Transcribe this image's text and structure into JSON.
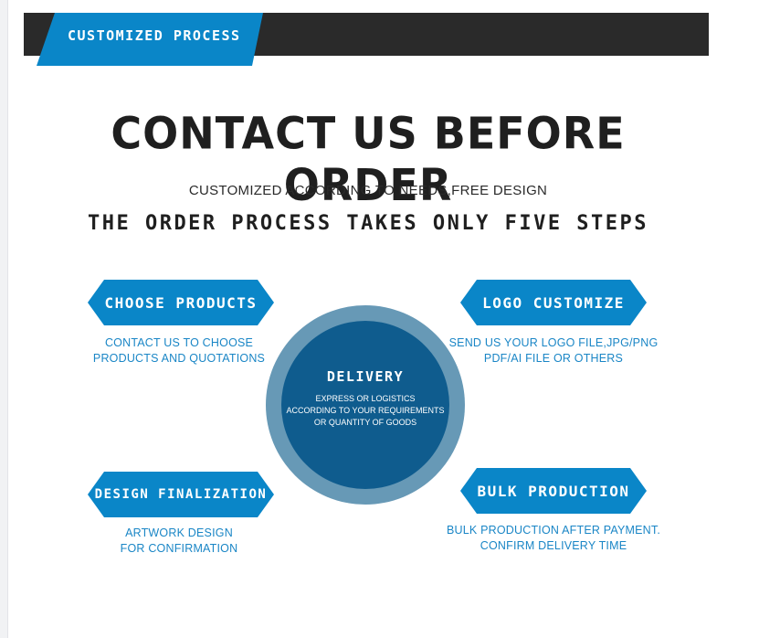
{
  "header": {
    "tab_label": "CUSTOMIZED PROCESS"
  },
  "main": {
    "title": "CONTACT US BEFORE ORDER",
    "subtitle": "CUSTOMIZED ACCORDING TO NEEDS,FREE DESIGN",
    "steps_line": "THE ORDER PROCESS TAKES ONLY FIVE STEPS"
  },
  "steps": {
    "choose": {
      "title": "CHOOSE PRODUCTS",
      "line1": "CONTACT US TO CHOOSE",
      "line2": "PRODUCTS AND QUOTATIONS"
    },
    "logo": {
      "title": "LOGO CUSTOMIZE",
      "line1": "SEND US YOUR LOGO FILE,JPG/PNG",
      "line2": "PDF/AI FILE OR OTHERS"
    },
    "delivery": {
      "title": "DELIVERY",
      "line1": "EXPRESS OR LOGISTICS",
      "line2": "ACCORDING TO YOUR REQUIREMENTS",
      "line3": "OR QUANTITY OF GOODS"
    },
    "design": {
      "title": "DESIGN FINALIZATION",
      "line1": "ARTWORK DESIGN",
      "line2": "FOR CONFIRMATION"
    },
    "bulk": {
      "title": "BULK PRODUCTION",
      "line1": "BULK PRODUCTION AFTER PAYMENT.",
      "line2": "CONFIRM DELIVERY TIME"
    }
  },
  "colors": {
    "brand_blue": "#0a86c8",
    "dark_bar": "#2a2a2a",
    "circle_outer": "#6799b6",
    "circle_inner": "#0f5c8e"
  }
}
